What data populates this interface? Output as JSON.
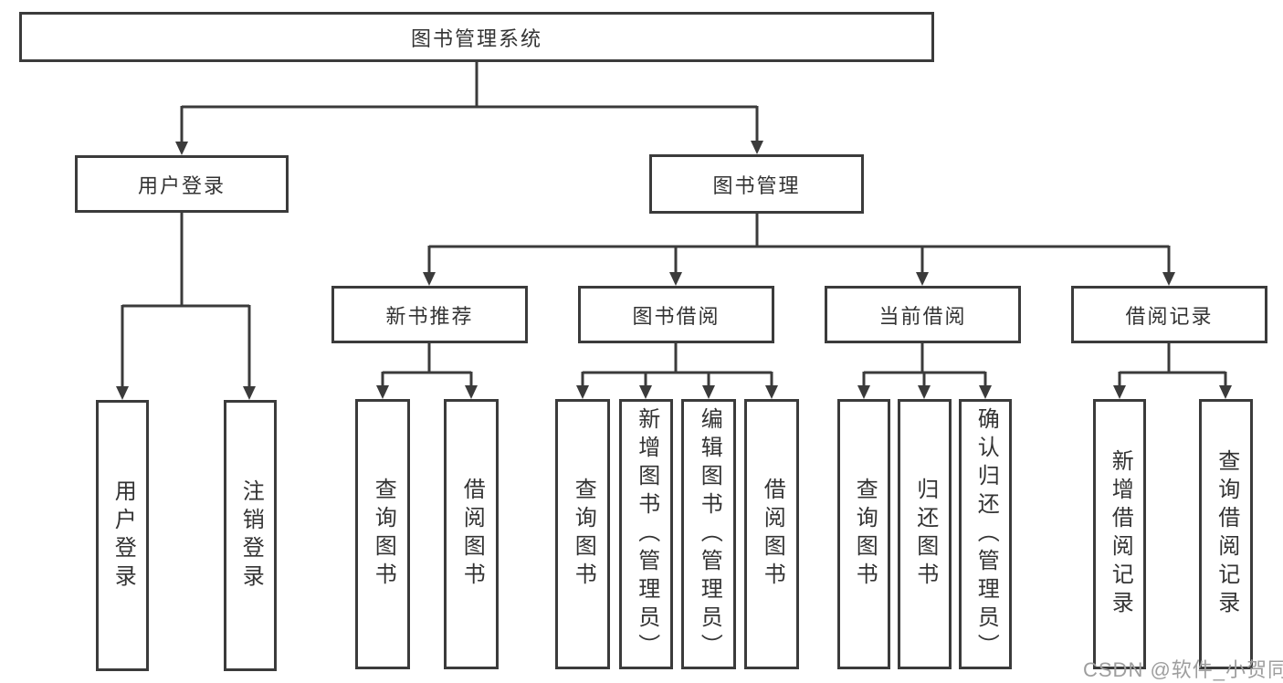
{
  "colors": {
    "line": "#3b3b3b",
    "text": "#333333",
    "background": "#ffffff",
    "watermark": "#9e9e9e"
  },
  "tree": {
    "label": "图书管理系统",
    "children": [
      {
        "label": "用户登录",
        "children": [
          {
            "label": "用户登录"
          },
          {
            "label": "注销登录"
          }
        ]
      },
      {
        "label": "图书管理",
        "children": [
          {
            "label": "新书推荐",
            "children": [
              {
                "label": "查询图书"
              },
              {
                "label": "借阅图书"
              }
            ]
          },
          {
            "label": "图书借阅",
            "children": [
              {
                "label": "查询图书"
              },
              {
                "label": "新增图书（管理员）"
              },
              {
                "label": "编辑图书（管理员）"
              },
              {
                "label": "借阅图书"
              }
            ]
          },
          {
            "label": "当前借阅",
            "children": [
              {
                "label": "查询图书"
              },
              {
                "label": "归还图书"
              },
              {
                "label": "确认归还（管理员）"
              }
            ]
          },
          {
            "label": "借阅记录",
            "children": [
              {
                "label": "新增借阅记录"
              },
              {
                "label": "查询借阅记录"
              }
            ]
          }
        ]
      }
    ]
  },
  "watermark": {
    "text": "CSDN @软件_小贺同学"
  }
}
